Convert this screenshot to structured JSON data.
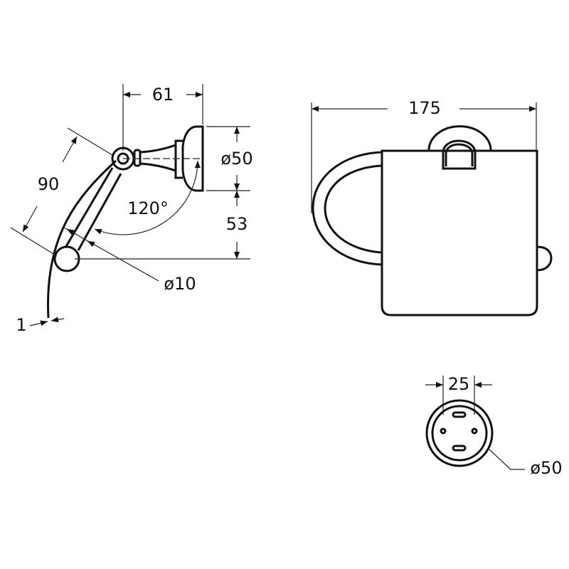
{
  "side_view": {
    "dim_depth": "61",
    "dim_rosette_diameter": "ø50",
    "dim_height": "53",
    "dim_arm_length": "90",
    "dim_angle": "120°",
    "dim_rod_diameter": "ø10",
    "dim_thickness": "1"
  },
  "front_view": {
    "dim_width": "175"
  },
  "rosette_view": {
    "dim_hole_spacing": "25",
    "dim_diameter": "ø50"
  },
  "colors": {
    "line": "#111111",
    "background": "#ffffff"
  }
}
